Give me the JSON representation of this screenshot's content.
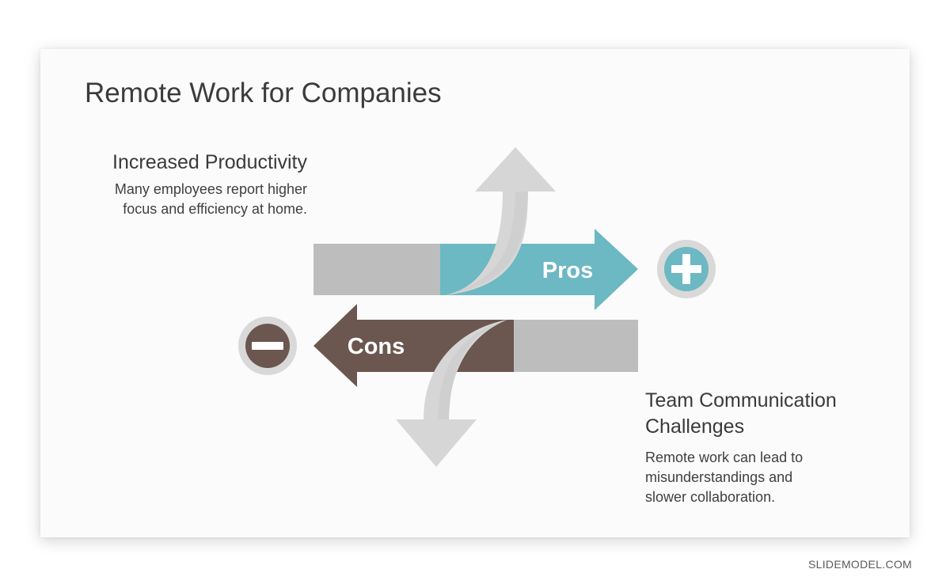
{
  "slide": {
    "title": "Remote Work for Companies"
  },
  "pros": {
    "label": "Pros",
    "heading": "Increased Productivity",
    "description_lines": [
      "Many employees report higher",
      "focus and efficiency at home."
    ],
    "color": "#6cb8c3"
  },
  "cons": {
    "label": "Cons",
    "heading_lines": [
      "Team Communication",
      "Challenges"
    ],
    "description_lines": [
      "Remote work can lead to",
      "misunderstandings and",
      "slower collaboration."
    ],
    "color": "#6b5750"
  },
  "icons": {
    "plus": "plus-circle-icon",
    "minus": "minus-circle-icon"
  },
  "colors": {
    "gray_bar": "#bdbdbd",
    "light_arrow": "#d6d6d6",
    "badge_ring": "#d9d9d9"
  },
  "watermark": "SLIDEMODEL.COM"
}
